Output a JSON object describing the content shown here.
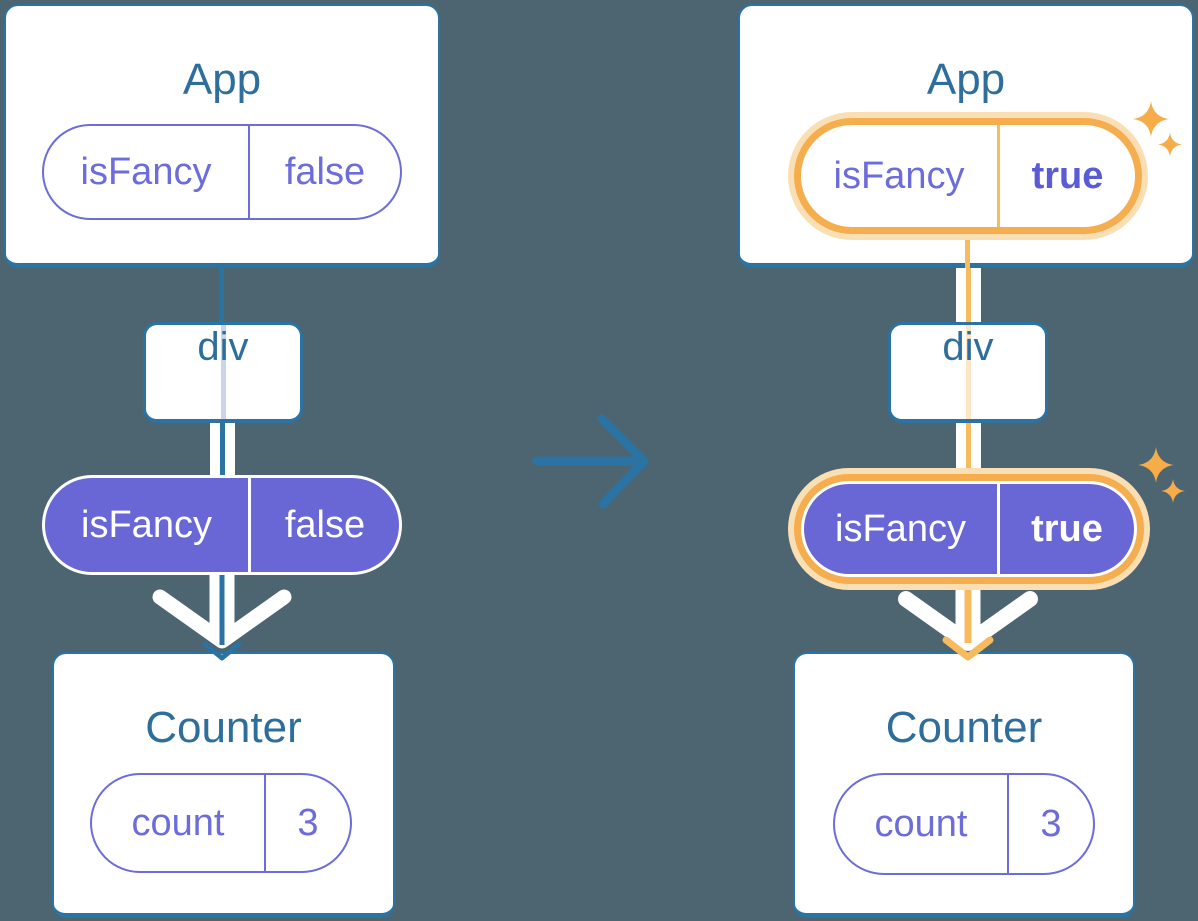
{
  "colors": {
    "background": "#4C6570",
    "card_border": "#2A73A3",
    "heading_text": "#2D6E9C",
    "purple_fill": "#6966D6",
    "purple_text": "#6C6CDA",
    "purple_bold_text": "#5B5BD6",
    "edge_blue": "#2A73A3",
    "highlight_orange": "#F5AD4E",
    "highlight_halo": "#FBDFB4",
    "edge_orange": "#F8BA5E",
    "pass_through_lavender": "#CBD3EE",
    "pass_through_cream": "#FBE7C6",
    "edge_white": "#FFFFFF"
  },
  "icons": {
    "transition": "right-arrow-icon",
    "flow_before": "down-arrow-icon",
    "flow_after": "down-arrow-icon",
    "sparkles": "sparkle-icon"
  },
  "before": {
    "app_title": "App",
    "prop_name": "isFancy",
    "prop_value": "false",
    "div_label": "div",
    "passed_name": "isFancy",
    "passed_value": "false",
    "counter_title": "Counter",
    "state_name": "count",
    "state_value": "3"
  },
  "after": {
    "app_title": "App",
    "prop_name": "isFancy",
    "prop_value": "true",
    "div_label": "div",
    "passed_name": "isFancy",
    "passed_value": "true",
    "counter_title": "Counter",
    "state_name": "count",
    "state_value": "3"
  }
}
